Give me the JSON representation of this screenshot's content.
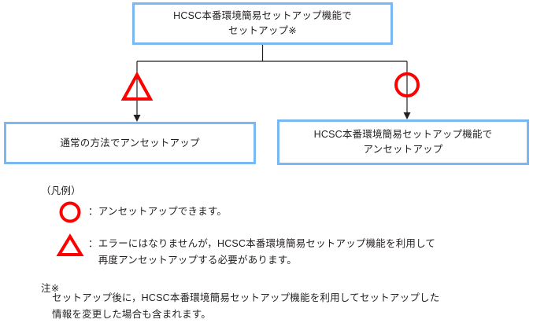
{
  "diagram": {
    "boxes": {
      "top": "HCSC本番環境簡易セットアップ機能で\nセットアップ※",
      "left": "通常の方法でアンセットアップ",
      "right": "HCSC本番環境簡易セットアップ機能で\nアンセットアップ"
    },
    "markers": {
      "triangle_name": "warning-triangle",
      "circle_name": "ok-circle",
      "color": "#ff0000"
    },
    "colors": {
      "box_border": "#79b8f3",
      "connector": "#231f20",
      "marker_red": "#ff0000",
      "text": "#231f20",
      "background": "#ffffff"
    }
  },
  "legend": {
    "title": "（凡例）",
    "items": [
      {
        "symbol": "circle",
        "text": "：アンセットアップできます。"
      },
      {
        "symbol": "triangle",
        "text": "：エラーにはなりませんが，HCSC本番環境簡易セットアップ機能を利用して\n　再度アンセットアップする必要があります。"
      }
    ]
  },
  "note": {
    "title": "注※",
    "body": "セットアップ後に，HCSC本番環境簡易セットアップ機能を利用してセットアップした\n情報を変更した場合も含まれます。"
  }
}
